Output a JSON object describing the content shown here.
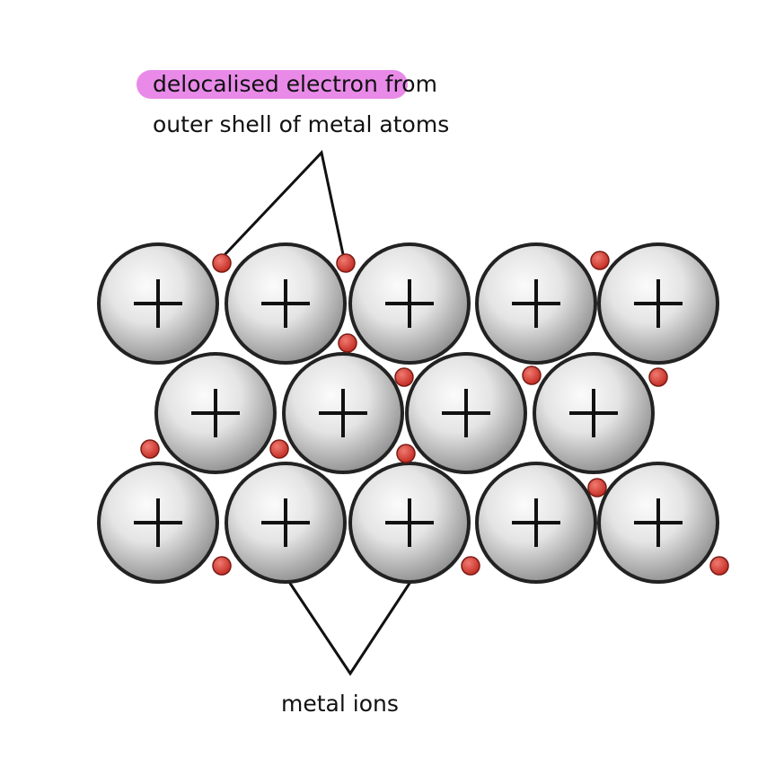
{
  "diagram": {
    "label_top_highlight": "delocalised electron",
    "label_top_rest": " from",
    "label_top_line2": "outer shell of metal atoms",
    "label_bottom": "metal ions",
    "ion_symbol": "+",
    "ion_count": 14,
    "electron_count": 14,
    "colors": {
      "highlight": "#e98ae9",
      "ion_fill_light": "#f7f7f7",
      "ion_fill_dark": "#8a8a8a",
      "ion_stroke": "#222222",
      "electron_fill": "#d63a30",
      "electron_stroke": "#7a1c16",
      "pointer_line": "#111111"
    }
  }
}
